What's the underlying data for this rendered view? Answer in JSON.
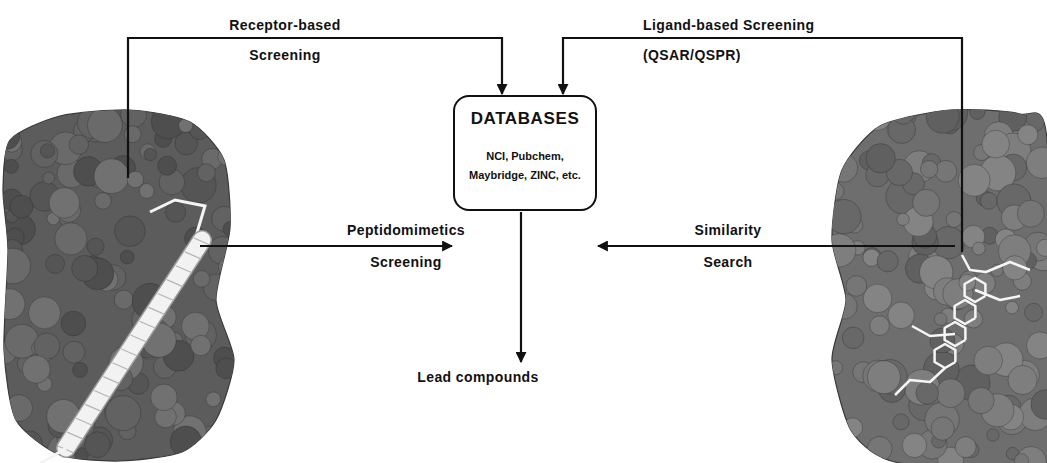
{
  "diagram": {
    "nodes": [
      {
        "text": [
          "DATABASES",
          "NCI, Pubchem, Maybridge, ZINC, etc."
        ]
      }
    ],
    "labels": [
      "Receptor-based Screening",
      "Ligand-based Screening (QSAR/QSPR)",
      "Peptidomimetics Screening",
      "Similarity Search",
      "Lead compounds"
    ]
  }
}
